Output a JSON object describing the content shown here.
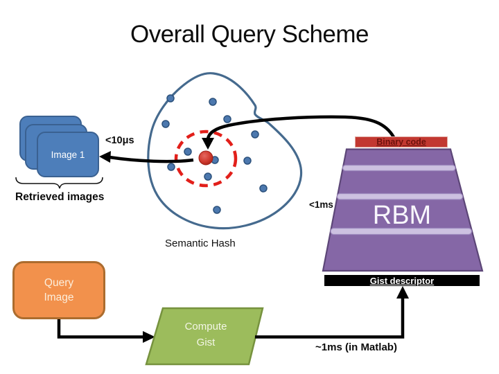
{
  "title": "Overall Query Scheme",
  "database": {
    "image_stack_label": "Image 1",
    "caption": "Retrieved images",
    "retrieval_latency": "<10μs"
  },
  "hash_space": {
    "caption": "Semantic Hash"
  },
  "encoder": {
    "binary_code_label": "Binary code",
    "rbm_label": "RBM",
    "gist_label": "Gist descriptor",
    "encode_latency": "<1ms"
  },
  "query": {
    "box_line1": "Query",
    "box_line2": "Image"
  },
  "gist_step": {
    "line1": "Compute",
    "line2": "Gist",
    "latency": "~1ms (in Matlab)"
  },
  "colors": {
    "card_blue": "#4d7eba",
    "blob_stroke": "#456a8e",
    "alert_red": "#e21f1a",
    "binary_bar_red": "#c23831",
    "rbm_purple": "#8567a6",
    "gist_bar_black": "#000000",
    "query_orange": "#f2914c",
    "gist_green": "#9cbc5c",
    "text_black": "#0d0d0d"
  }
}
